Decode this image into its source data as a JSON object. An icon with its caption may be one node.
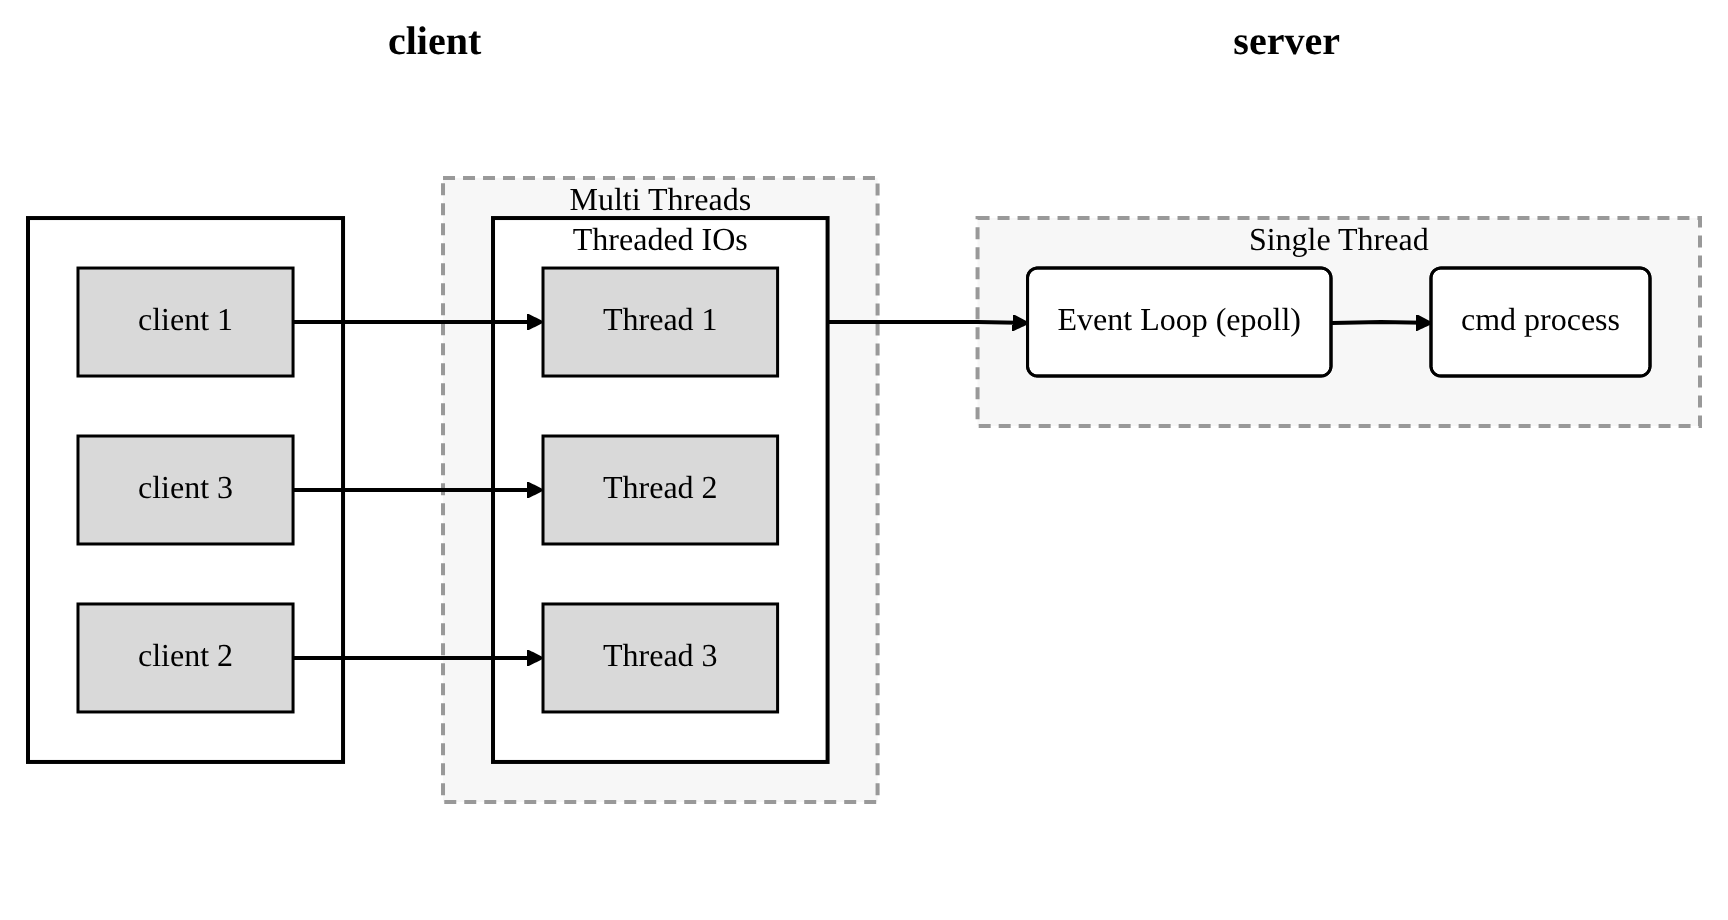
{
  "diagram": {
    "nodes": [
      {
        "text": [],
        "shape": "box"
      },
      {
        "text": [
          "client 1"
        ],
        "in": 0
      },
      {
        "text": [
          "client 2"
        ],
        "in": 0
      },
      {
        "text": [
          "client 3"
        ],
        "in": 0
      },
      {
        "text": [
          "Multi Threads"
        ]
      },
      {
        "text": [
          "Threaded IOs"
        ],
        "in": 4
      },
      {
        "text": [
          "Thread 1"
        ],
        "in": 5
      },
      {
        "text": [
          "Thread 2"
        ],
        "in": 5
      },
      {
        "text": [
          "Thread 3"
        ],
        "in": 5
      },
      {
        "text": [
          "Single Thread"
        ]
      },
      {
        "text": [
          "Event Loop (epoll)"
        ],
        "in": 9
      },
      {
        "text": [
          "cmd process"
        ],
        "in": 9
      }
    ],
    "edges": [
      {
        "from": 1,
        "to": 6,
        "arrow": "to"
      },
      {
        "from": 2,
        "to": 8,
        "arrow": "to"
      },
      {
        "from": 3,
        "to": 7,
        "arrow": "to"
      },
      {
        "from": 5,
        "to": 10,
        "arrow": "to"
      },
      {
        "from": 10,
        "to": 11,
        "arrow": "to"
      }
    ],
    "labels": [
      "client",
      "server"
    ]
  }
}
